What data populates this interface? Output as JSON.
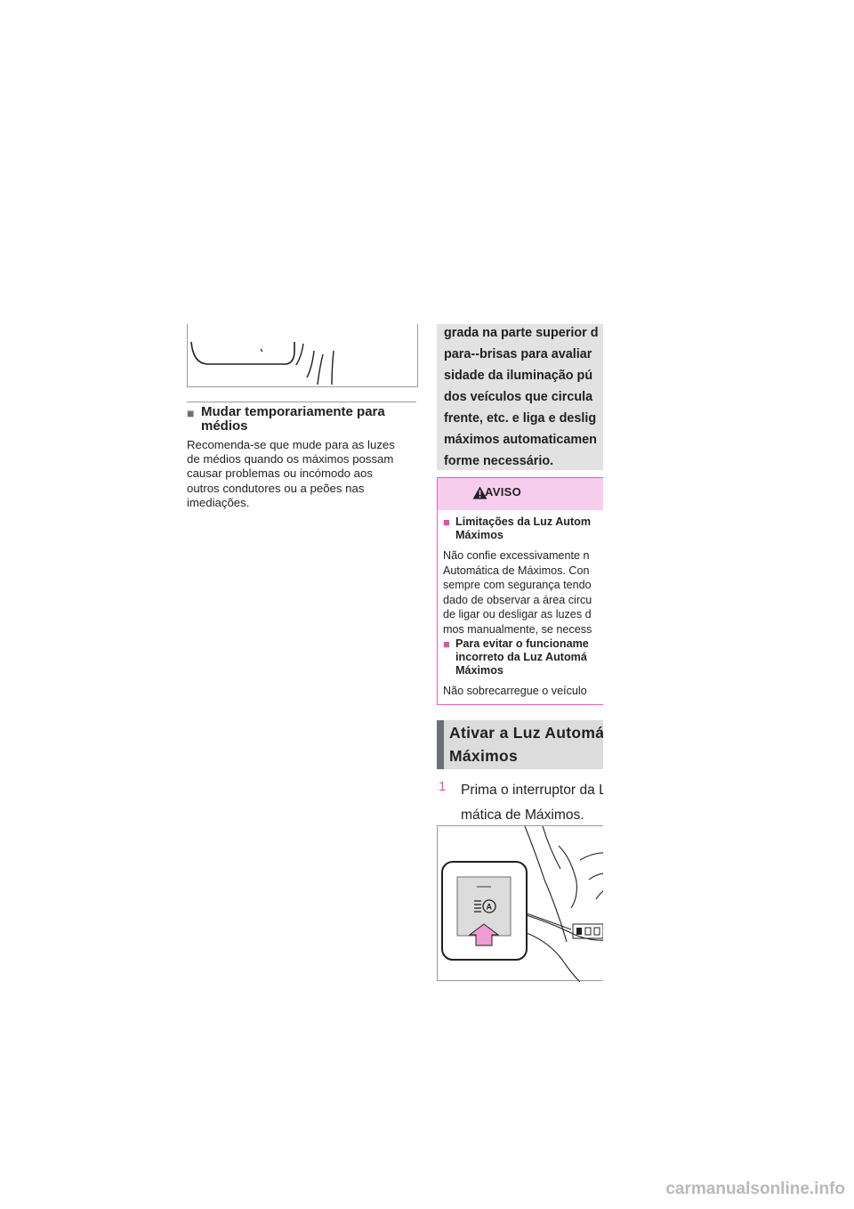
{
  "left": {
    "section_title": "Mudar temporariamente para médios",
    "section_title_line1": "Mudar temporariamente para",
    "section_title_line2": "médios",
    "body_lines": [
      "Recomenda-se que mude para as luzes",
      "de médios quando os máximos possam",
      "causar problemas ou incómodo aos",
      "outros condutores ou a peões nas",
      "imediações."
    ]
  },
  "right": {
    "intro_lines": [
      "grada na parte superior d",
      "para--brisas para avaliar",
      "sidade da iluminação pú",
      "dos veículos que circula",
      "frente, etc. e liga e deslig",
      "máximos automaticamen",
      "forme necessário."
    ],
    "warning": {
      "label": "AVISO",
      "sub1": "Limitações da Luz Autom",
      "sub1_line2": "Máximos",
      "body1": [
        "Não confie excessivamente n",
        "Automática de Máximos. Con",
        "sempre com segurança tendo",
        "dado de observar a área circu",
        "de ligar ou desligar as luzes d",
        "mos manualmente, se necess"
      ],
      "sub2_lines": [
        "Para evitar o funcioname",
        "incorreto da Luz Automá",
        "Máximos"
      ],
      "body2": "Não sobrecarregue o veículo"
    },
    "heading_line1": "Ativar a Luz Automát",
    "heading_line2": "Máximos",
    "step_number": "1",
    "step_lines": [
      "Prima o interruptor da L",
      "mática de Máximos."
    ]
  },
  "watermark": "carmanualsonline.info",
  "colors": {
    "accent_pink": "#e04fb0",
    "warning_bg": "#f7cdee",
    "grey_box": "#e2e2e2",
    "heading_bar": "#6d6e71"
  }
}
